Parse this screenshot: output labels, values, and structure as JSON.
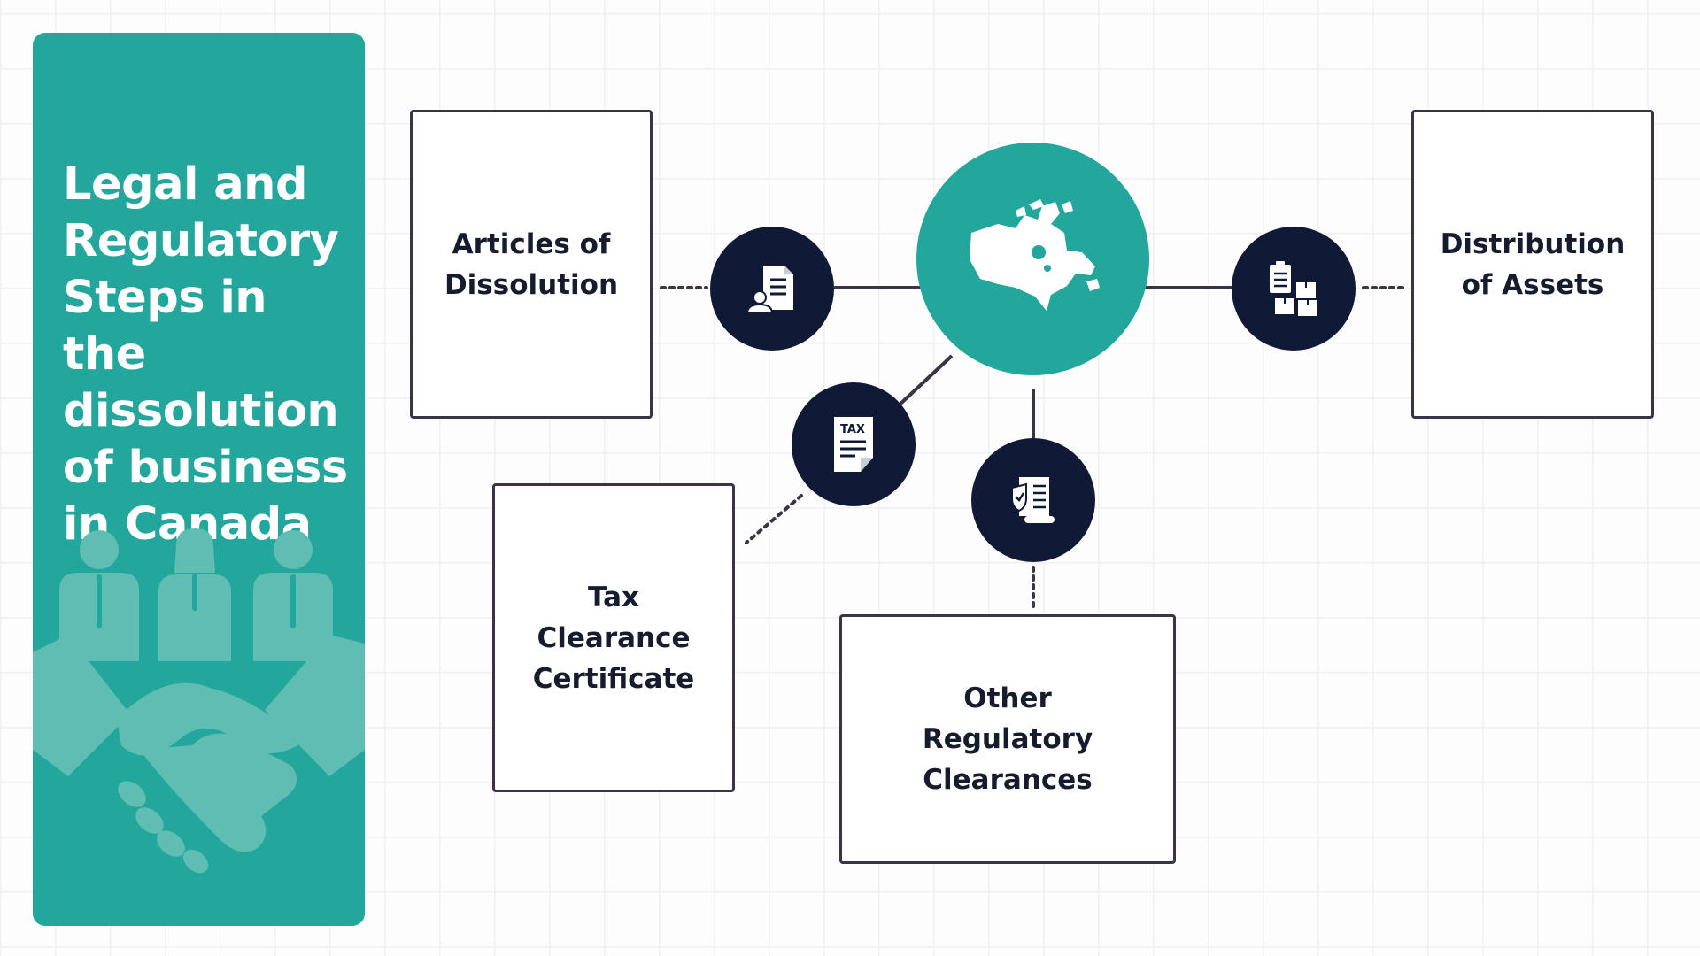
{
  "title": "Legal and Regulatory Steps in the dissolution of business in Canada",
  "steps": {
    "articles": "Articles of\nDissolution",
    "tax": "Tax\nClearance\nCertificate",
    "other": "Other\nRegulatory\nClearances",
    "assets": "Distribution\nof Assets"
  },
  "icons": {
    "hub": "canada-map-icon",
    "articles": "document-user-icon",
    "tax": "tax-document-icon",
    "other": "certificate-scroll-icon",
    "assets": "checklist-boxes-icon",
    "panel_art": "business-people-handshake-icon"
  },
  "colors": {
    "teal": "#23a69b",
    "navy": "#101a36",
    "box_border": "#3b3346",
    "text": "#161c2d"
  }
}
